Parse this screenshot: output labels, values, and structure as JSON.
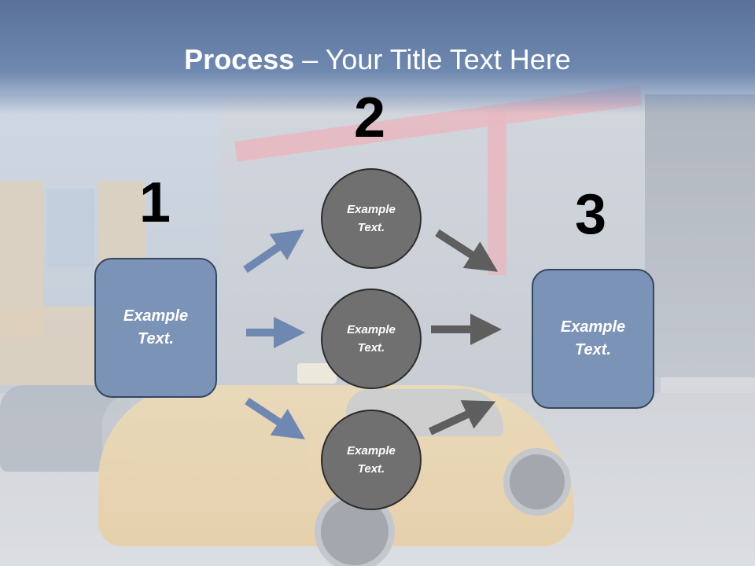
{
  "title": {
    "bold": "Process",
    "rest": " – Your Title Text Here"
  },
  "numbers": [
    "1",
    "2",
    "3"
  ],
  "left_box": {
    "text": "Example Text."
  },
  "right_box": {
    "text": "Example Text."
  },
  "circles": [
    {
      "text": "Example Text."
    },
    {
      "text": "Example Text."
    },
    {
      "text": "Example Text."
    }
  ],
  "colors": {
    "box_fill": "#7b93b7",
    "circle_fill": "#707070",
    "left_arrow": "#6f88b2",
    "right_arrow": "#5e5e5e",
    "title_band": "#6e88b0"
  }
}
